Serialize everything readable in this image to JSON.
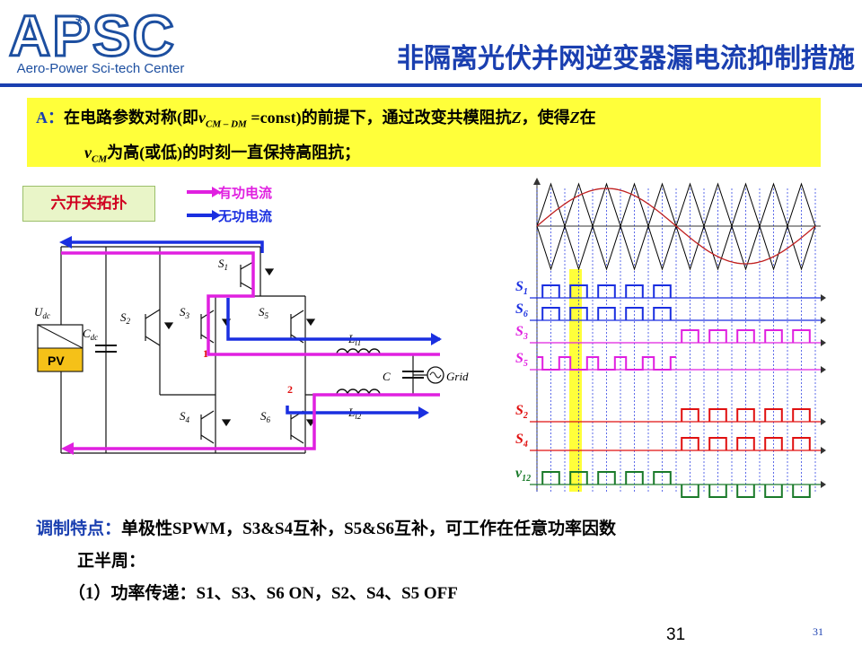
{
  "logo": {
    "name": "APSC",
    "subtitle": "Aero-Power Sci-tech Center"
  },
  "slide": {
    "title": "非隔离光伏并网逆变器漏电流抑制措施"
  },
  "note": {
    "label": "A：",
    "line1_a": "在电路参数对称(即",
    "v_symbol": "v",
    "v_sub_cmdm": "CM – DM",
    "line1_b": " =const)的前提下，通过改变共模阻抗",
    "z_symbol": "Z",
    "line1_c": "，使得",
    "line1_d": "在",
    "v_sub_cm": "CM",
    "line2_a": "为高(或低)的时刻一直保持高阻抗；"
  },
  "topology": {
    "label": "六开关拓扑",
    "legend": [
      {
        "text": "有功电流",
        "color": "#e020e0"
      },
      {
        "text": "无功电流",
        "color": "#1a2fe0"
      }
    ]
  },
  "circuit": {
    "pv": "PV",
    "udc": "U",
    "udc_sub": "dc",
    "cdc": "C",
    "cdc_sub": "dc",
    "s1": "S",
    "s1_sub": "1",
    "s2": "S",
    "s2_sub": "2",
    "s3": "S",
    "s3_sub": "3",
    "s4": "S",
    "s4_sub": "4",
    "s5": "S",
    "s5_sub": "5",
    "s6": "S",
    "s6_sub": "6",
    "l1": "L",
    "l1_sub": "l1",
    "l2": "L",
    "l2_sub": "l2",
    "c": "C",
    "grid": "Grid",
    "node1": "1",
    "node2": "2"
  },
  "waveform": {
    "signals": [
      {
        "name": "S",
        "sub": "1",
        "color": "#1a2fe0",
        "active": "first"
      },
      {
        "name": "S",
        "sub": "6",
        "color": "#1a2fe0",
        "active": "first"
      },
      {
        "name": "S",
        "sub": "3",
        "color": "#e020e0",
        "active": "second"
      },
      {
        "name": "S",
        "sub": "5",
        "color": "#e020e0",
        "active": "first_inv"
      },
      {
        "name": "S",
        "sub": "2",
        "color": "#e01010",
        "active": "second"
      },
      {
        "name": "S",
        "sub": "4",
        "color": "#e01010",
        "active": "second"
      },
      {
        "name": "v",
        "sub": "12",
        "color": "#1a7a2a",
        "active": "bipolar"
      }
    ],
    "highlight_color": "#ffff3a",
    "carrier_color": "#000000",
    "reference_color": "#c02020"
  },
  "modulation": {
    "heading": "调制特点：",
    "text": "单极性SPWM，S3&S4互补，S5&S6互补，可工作在任意功率因数",
    "positive_half": "正半周：",
    "power_transfer": "（1）功率传递：S1、S3、S6 ON，S2、S4、S5 OFF"
  },
  "footer": {
    "page_center": "31",
    "page_right": "31"
  }
}
